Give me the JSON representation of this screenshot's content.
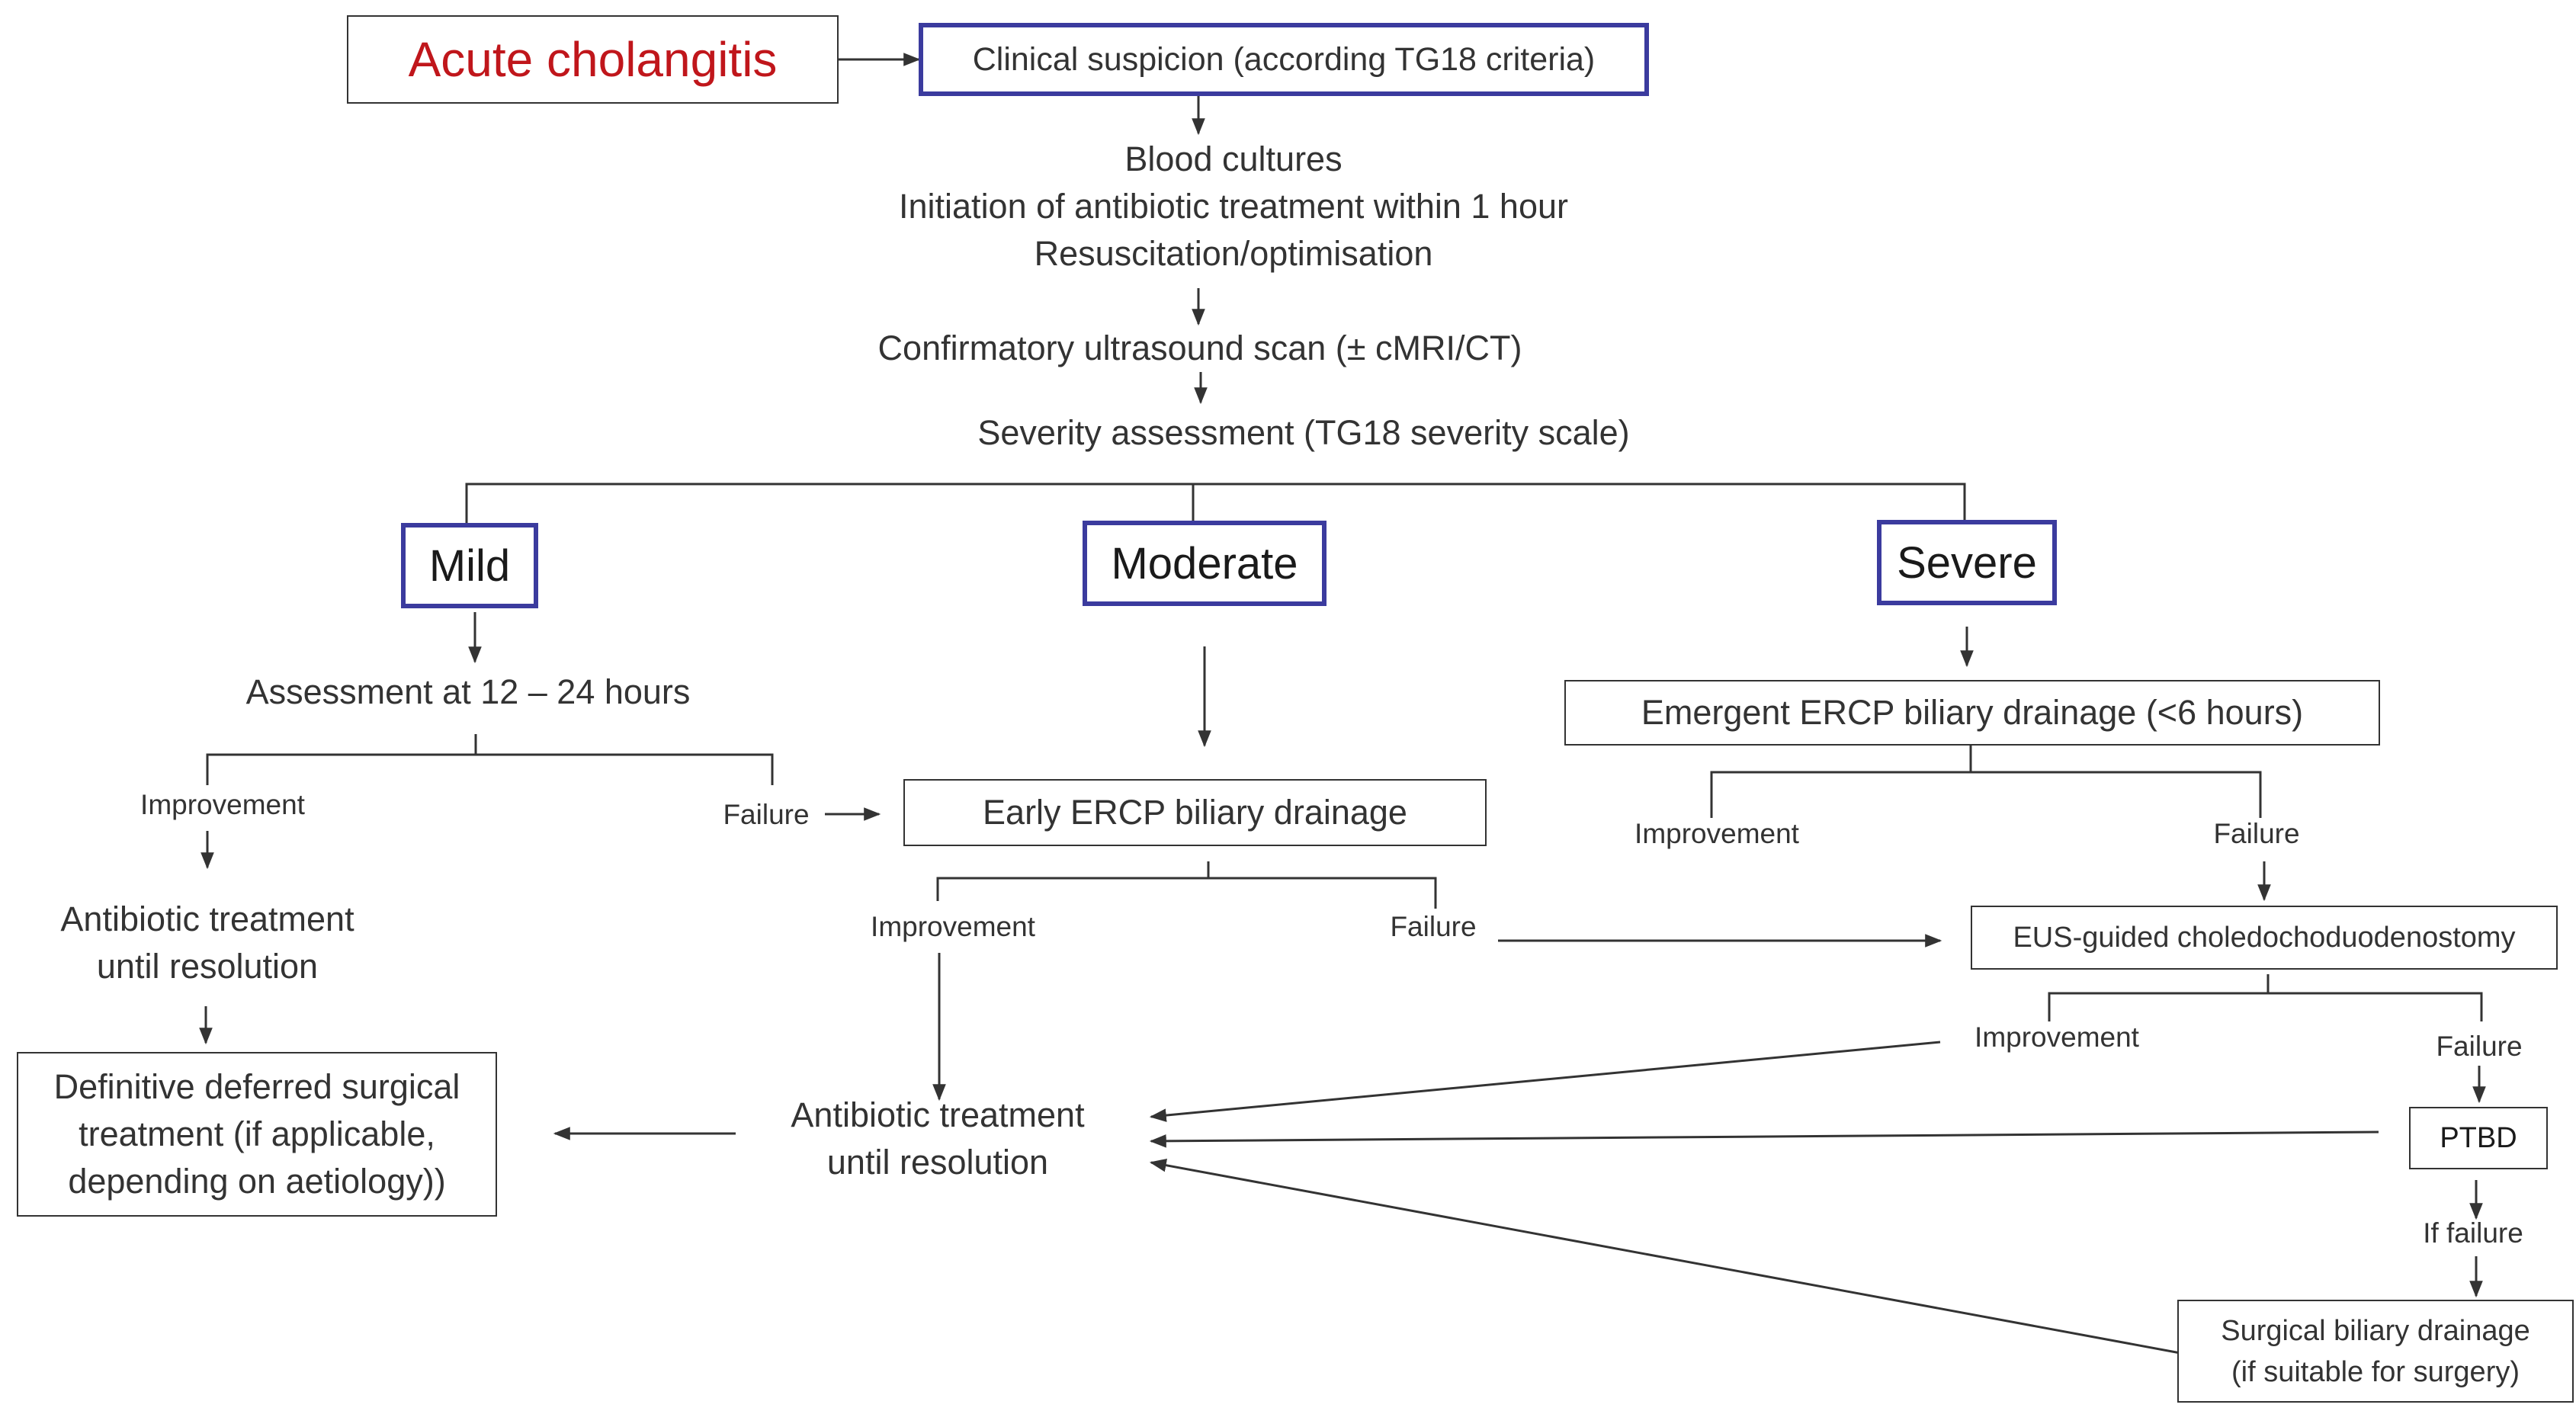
{
  "title": "Acute cholangitis",
  "colors": {
    "title": "#c0161b",
    "accent_border": "#3b3b9e",
    "line": "#333333",
    "text": "#333333"
  },
  "nodes": {
    "suspicion": "Clinical suspicion (according TG18 criteria)",
    "blood_cultures": "Blood cultures",
    "antibiotic_init": "Initiation of antibiotic treatment within 1 hour",
    "resuscitation": "Resuscitation/optimisation",
    "ultrasound": "Confirmatory ultrasound scan (± cMRI/CT)",
    "severity": "Severity assessment (TG18 severity scale)",
    "mild": "Mild",
    "moderate": "Moderate",
    "severe": "Severe",
    "assessment": "Assessment at 12 – 24 hours",
    "mild_improvement": "Improvement",
    "mild_failure": "Failure",
    "mild_antibiotic": "Antibiotic treatment\nuntil resolution",
    "definitive": "Definitive deferred surgical\ntreatment (if applicable,\ndepending on aetiology))",
    "early_ercp": "Early ERCP  biliary drainage",
    "mod_improvement": "Improvement",
    "mod_failure": "Failure",
    "mod_antibiotic": "Antibiotic treatment\nuntil resolution",
    "emergent_ercp": "Emergent ERCP biliary drainage (<6 hours)",
    "sev_improvement": "Improvement",
    "sev_failure": "Failure",
    "eus": "EUS-guided choledochoduodenostomy",
    "eus_improvement": "Improvement",
    "eus_failure": "Failure",
    "ptbd": "PTBD",
    "if_failure": "If failure",
    "surgical": "Surgical biliary drainage\n(if suitable for surgery)"
  }
}
